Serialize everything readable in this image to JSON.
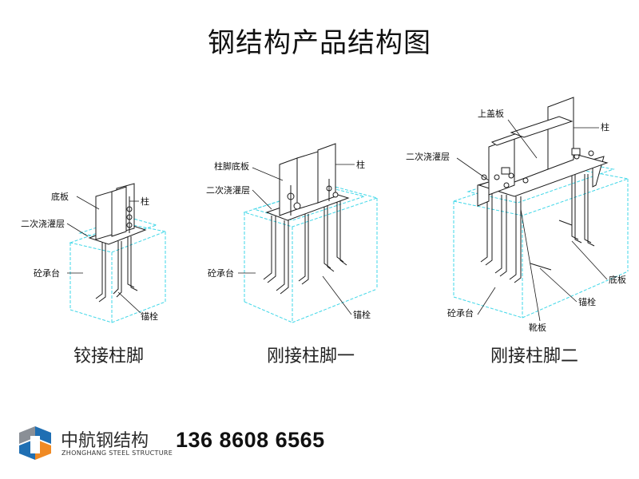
{
  "title": "钢结构产品结构图",
  "diagrams": [
    {
      "caption": "铰接柱脚",
      "labels": {
        "baseplate": "底板",
        "column": "柱",
        "grout": "二次浇灌层",
        "pilecap": "砼承台",
        "anchor": "锚栓"
      }
    },
    {
      "caption": "刚接柱脚一",
      "labels": {
        "baseplate": "柱脚底板",
        "column": "柱",
        "grout": "二次浇灌层",
        "pilecap": "砼承台",
        "anchor": "锚栓"
      }
    },
    {
      "caption": "刚接柱脚二",
      "labels": {
        "topplate": "上盖板",
        "column": "柱",
        "grout": "二次浇灌层",
        "baseplate": "底板",
        "anchor": "锚栓",
        "pilecap": "砼承台",
        "stiffener": "靴板"
      }
    }
  ],
  "footer": {
    "brand_cn": "中航钢结构",
    "brand_en": "ZHONGHANG STEEL STRUCTURE",
    "phone": "136 8608 6565",
    "colors": {
      "logo_blue": "#1f6fb3",
      "logo_orange": "#f08a24",
      "logo_gray": "#8a8f96"
    }
  },
  "colors": {
    "concrete_outline": "#3fd7e8",
    "steel_line": "#1a1a1a"
  }
}
